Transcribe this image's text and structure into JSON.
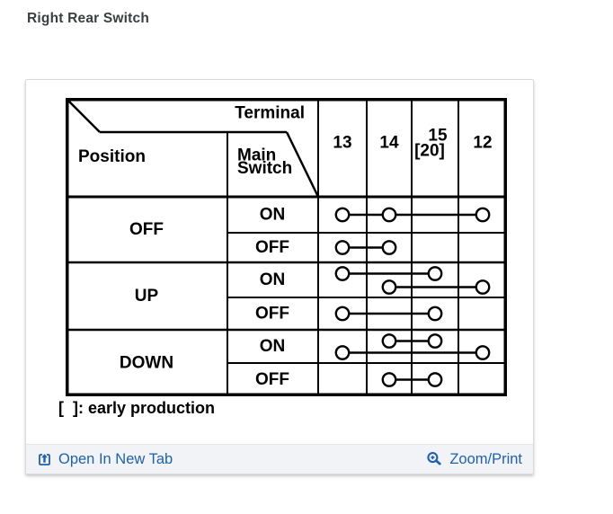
{
  "page_title": "Right Rear Switch",
  "diagram": {
    "corner": {
      "top_label": "Terminal",
      "left_label": "Position",
      "middle_label_lines": [
        "Main",
        "Switch"
      ]
    },
    "terminals": [
      {
        "id": "13",
        "label": "13"
      },
      {
        "id": "14",
        "label": "14"
      },
      {
        "id": "15",
        "label": "15",
        "sublabel": "[20]"
      },
      {
        "id": "12",
        "label": "12"
      }
    ],
    "positions": [
      {
        "label": "OFF",
        "rows": [
          {
            "main_switch": "ON",
            "connections": [
              {
                "terminals": [
                  "13",
                  "14",
                  "12"
                ],
                "lane": "middle"
              }
            ]
          },
          {
            "main_switch": "OFF",
            "connections": [
              {
                "terminals": [
                  "13",
                  "14"
                ],
                "lane": "middle"
              }
            ]
          }
        ]
      },
      {
        "label": "UP",
        "rows": [
          {
            "main_switch": "ON",
            "connections": [
              {
                "terminals": [
                  "13",
                  "15"
                ],
                "lane": "upper"
              },
              {
                "terminals": [
                  "14",
                  "12"
                ],
                "lane": "lower"
              }
            ]
          },
          {
            "main_switch": "OFF",
            "connections": [
              {
                "terminals": [
                  "13",
                  "15"
                ],
                "lane": "middle"
              }
            ]
          }
        ]
      },
      {
        "label": "DOWN",
        "rows": [
          {
            "main_switch": "ON",
            "connections": [
              {
                "terminals": [
                  "14",
                  "15"
                ],
                "lane": "upper"
              },
              {
                "terminals": [
                  "13",
                  "12"
                ],
                "lane": "lower"
              }
            ]
          },
          {
            "main_switch": "OFF",
            "connections": [
              {
                "terminals": [
                  "14",
                  "15"
                ],
                "lane": "middle"
              }
            ]
          }
        ]
      }
    ],
    "footnote": "[  ]: early production"
  },
  "footer": {
    "open_label": "Open In New Tab",
    "zoom_label": "Zoom/Print"
  },
  "colors": {
    "link": "#2061a9",
    "title": "#3a3e41",
    "table_line": "#000000",
    "footer_bg": "#f1f3f6"
  }
}
